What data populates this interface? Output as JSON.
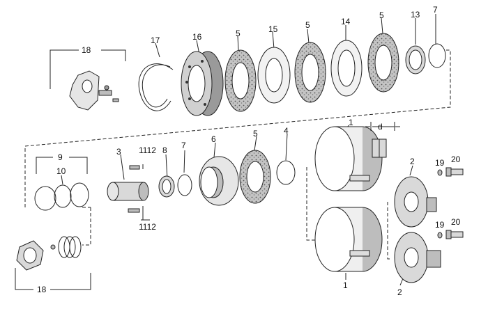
{
  "labels": {
    "l18_top": "18",
    "l17": "17",
    "l16": "16",
    "l5_a": "5",
    "l15": "15",
    "l5_b": "5",
    "l14": "14",
    "l5_c": "5",
    "l13": "13",
    "l7_top": "7",
    "l1_top": "1",
    "ld": "d",
    "l9": "9",
    "l10": "10",
    "l3": "3",
    "l1112_top": "1112",
    "l8": "8",
    "l7_mid": "7",
    "l6": "6",
    "l5_d": "5",
    "l4": "4",
    "l2_top": "2",
    "l19_top": "19",
    "l20_top": "20",
    "l1112_bot": "1112",
    "l19_bot": "19",
    "l20_bot": "20",
    "l1_bot": "1",
    "l2_bot": "2",
    "l18_bot": "18"
  },
  "colors": {
    "stroke": "#222222",
    "friction_fill": "#bdbdbd",
    "steel_fill": "#f2f2f2",
    "metal_fill": "#d9d9d9"
  }
}
